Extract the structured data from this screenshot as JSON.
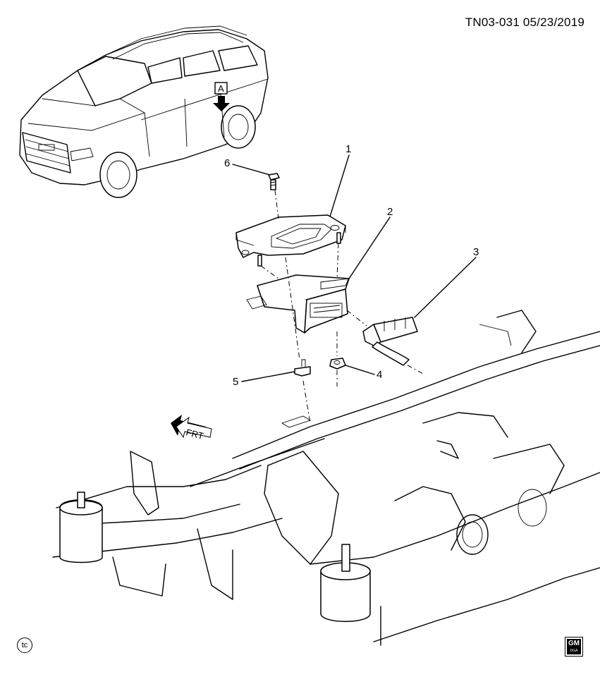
{
  "header": {
    "doc_id": "TN03-031  05/23/2019"
  },
  "view_label": "A",
  "front_label": "FRT",
  "callouts": [
    "1",
    "2",
    "3",
    "4",
    "5",
    "6"
  ],
  "footer": {
    "tc_mark": "tc",
    "logo_text": "GM",
    "logo_sub": "DGA"
  }
}
